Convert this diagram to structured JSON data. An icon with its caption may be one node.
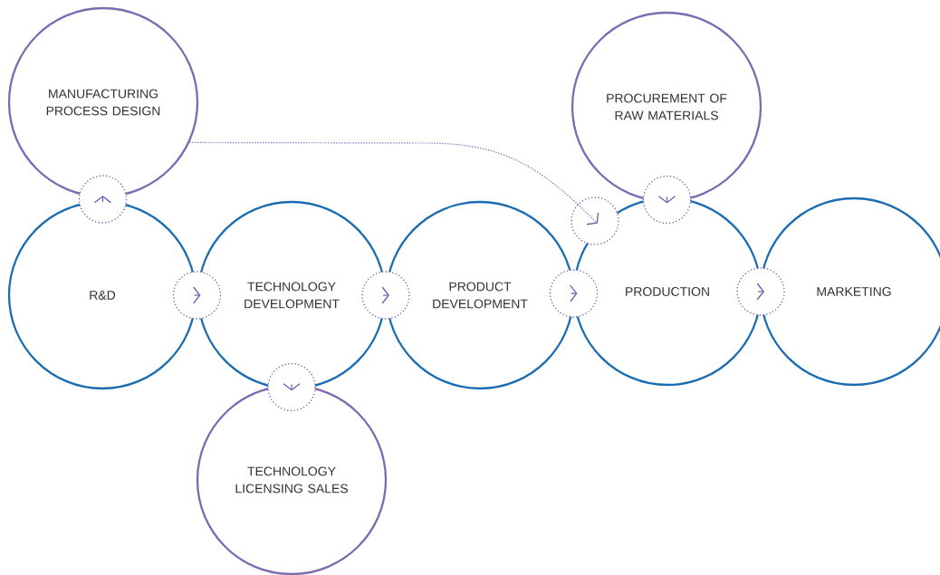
{
  "diagram": {
    "nodes": [
      {
        "text": [
          "MANUFACTURING PROCESS DESIGN"
        ]
      },
      {
        "text": [
          "PROCUREMENT OF RAW MATERIALS"
        ]
      },
      {
        "text": [
          "R&D"
        ]
      },
      {
        "text": [
          "TECHNOLOGY DEVELOPMENT"
        ]
      },
      {
        "text": [
          "PRODUCT DEVELOPMENT"
        ]
      },
      {
        "text": [
          "PRODUCTION"
        ]
      },
      {
        "text": [
          "MARKETING"
        ]
      },
      {
        "text": [
          "TECHNOLOGY LICENSING SALES"
        ]
      }
    ],
    "edges": [
      {
        "from": 2,
        "to": 0,
        "arrow": "to"
      },
      {
        "from": 2,
        "to": 3,
        "arrow": "to"
      },
      {
        "from": 3,
        "to": 4,
        "arrow": "to"
      },
      {
        "from": 4,
        "to": 5,
        "arrow": "to"
      },
      {
        "from": 5,
        "to": 6,
        "arrow": "to"
      },
      {
        "from": 3,
        "to": 7,
        "arrow": "to"
      },
      {
        "from": 1,
        "to": 5,
        "arrow": "to"
      },
      {
        "from": 0,
        "to": 5,
        "arrow": "to",
        "style": "dashed"
      }
    ]
  }
}
